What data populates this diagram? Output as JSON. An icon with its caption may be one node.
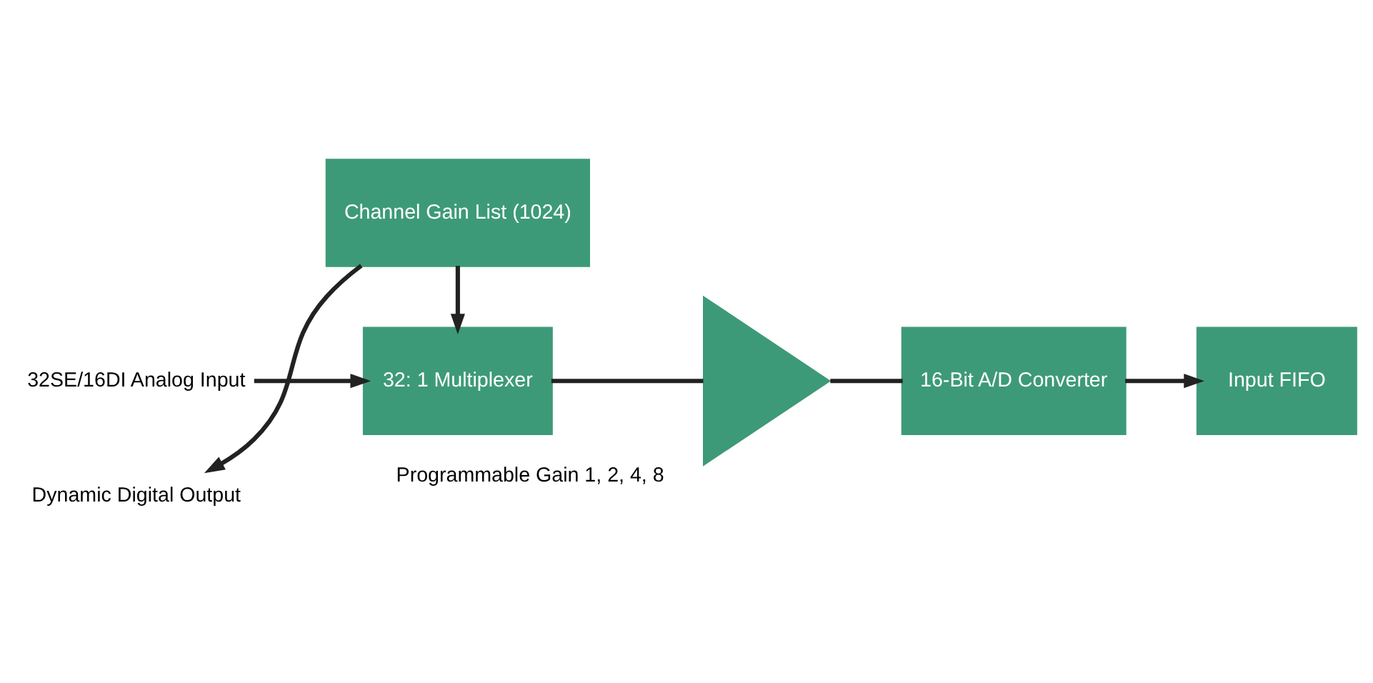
{
  "diagram": {
    "nodes": [
      {
        "text": [
          "32: 1 Multiplexer"
        ]
      },
      {
        "text": [],
        "shape": "triangle",
        "beside": [
          "Programmable Gain 1, 2, 4, 8"
        ]
      },
      {
        "text": [
          "16-Bit A/D Converter"
        ]
      },
      {
        "text": [
          "Input FIFO"
        ]
      },
      {
        "text": [
          "Channel Gain List (1024)"
        ]
      },
      {
        "text": [
          "32SE/16DI Analog Input"
        ]
      },
      {
        "text": [
          "Dynamic Digital Output"
        ]
      }
    ],
    "edges": [
      {
        "from": 5,
        "to": 0,
        "arrow": "to"
      },
      {
        "from": 0,
        "to": 1,
        "arrow": "none"
      },
      {
        "from": 1,
        "to": 2,
        "arrow": "none"
      },
      {
        "from": 2,
        "to": 3,
        "arrow": "to"
      },
      {
        "from": 4,
        "to": 0,
        "arrow": "to"
      },
      {
        "from": 4,
        "to": 6,
        "arrow": "to"
      }
    ]
  }
}
